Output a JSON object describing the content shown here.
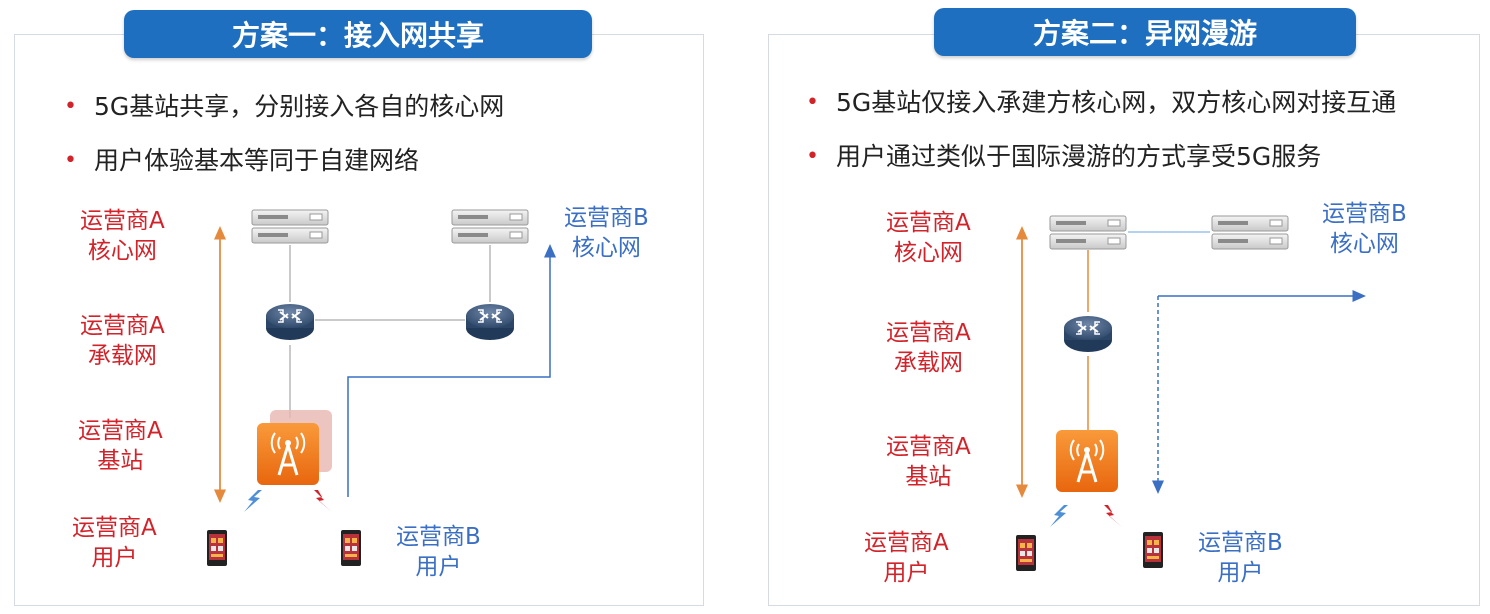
{
  "scheme1": {
    "title": "方案一：接入网共享",
    "bullets": [
      "5G基站共享，分别接入各自的核心网",
      "用户体验基本等同于自建网络"
    ],
    "labels": {
      "a_core_1": "运营商A",
      "a_core_2": "核心网",
      "b_core_1": "运营商B",
      "b_core_2": "核心网",
      "a_bearer_1": "运营商A",
      "a_bearer_2": "承载网",
      "a_base_1": "运营商A",
      "a_base_2": "基站",
      "a_user_1": "运营商A",
      "a_user_2": "用户",
      "b_user_1": "运营商B",
      "b_user_2": "用户"
    }
  },
  "scheme2": {
    "title": "方案二：异网漫游",
    "bullets": [
      "5G基站仅接入承建方核心网，双方核心网对接互通",
      "用户通过类似于国际漫游的方式享受5G服务"
    ],
    "labels": {
      "a_core_1": "运营商A",
      "a_core_2": "核心网",
      "b_core_1": "运营商B",
      "b_core_2": "核心网",
      "a_bearer_1": "运营商A",
      "a_bearer_2": "承载网",
      "a_base_1": "运营商A",
      "a_base_2": "基站",
      "a_user_1": "运营商A",
      "a_user_2": "用户",
      "b_user_1": "运营商B",
      "b_user_2": "用户"
    }
  },
  "colors": {
    "operator_a": "#d2232a",
    "operator_b": "#3a6fc4",
    "title_bar": "#1e6fbf",
    "base_station": "#f47b20"
  },
  "icons": [
    "server-icon",
    "router-icon",
    "base-station-icon",
    "phone-icon",
    "lightning-icon"
  ]
}
